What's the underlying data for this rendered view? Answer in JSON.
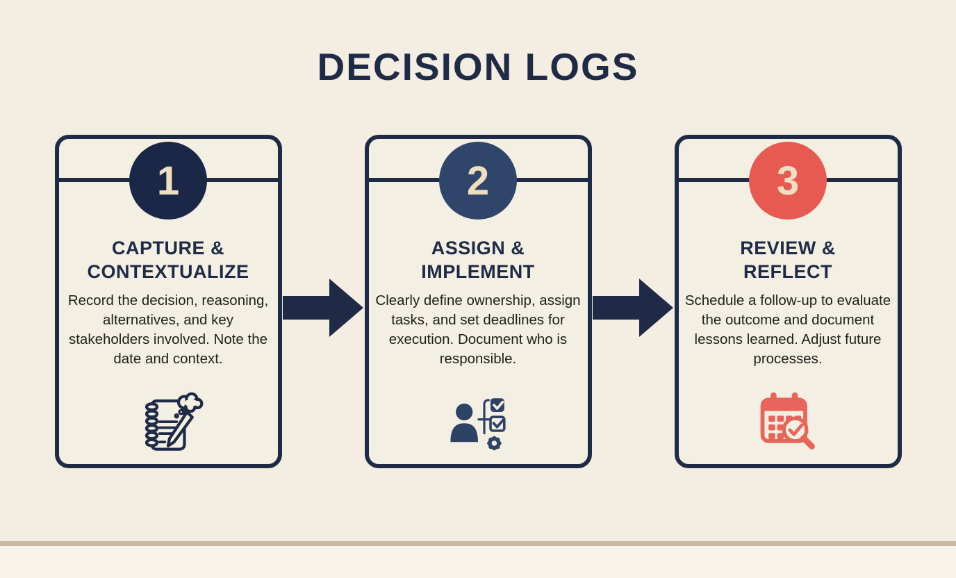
{
  "page": {
    "title": "DECISION LOGS",
    "background_color": "#f3eee1",
    "accent_navy": "#1f2a47",
    "number_color": "#eedfc0",
    "arrow_color": "#1f2a47",
    "divider_color": "#c8bba2",
    "footer_background": "#f7f3e9"
  },
  "steps": [
    {
      "number": "1",
      "circle_color": "#1b2746",
      "title": "CAPTURE & CONTEXTUALIZE",
      "description": "Record the decision, reasoning, alternatives, and key stakeholders involved. Note the date and context.",
      "icon": "notebook-pencil-thought-cloud-icon",
      "icon_color": "#1f2a47"
    },
    {
      "number": "2",
      "circle_color": "#30456a",
      "title": "ASSIGN & IMPLEMENT",
      "description": "Clearly define ownership, assign tasks, and set deadlines for execution. Document who is responsible.",
      "icon": "person-checklist-gear-icon",
      "icon_color": "#2e4266"
    },
    {
      "number": "3",
      "circle_color": "#e75a51",
      "title": "REVIEW & REFLECT",
      "description": "Schedule a follow-up to evaluate the outcome and document lessons learned. Adjust future processes.",
      "icon": "calendar-magnifier-check-icon",
      "icon_color": "#e7655a"
    }
  ]
}
